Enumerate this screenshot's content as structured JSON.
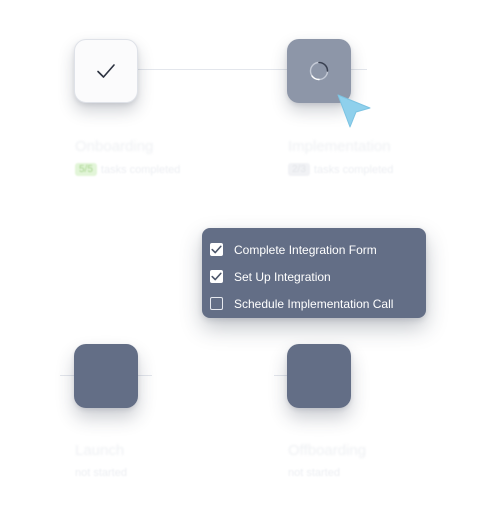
{
  "stages": [
    {
      "id": "onboarding",
      "title": "Onboarding",
      "badge": "5/5",
      "meta_text": "tasks completed",
      "state": "done",
      "icon": "check-icon"
    },
    {
      "id": "implementation",
      "title": "Implementation",
      "badge": "2/3",
      "meta_text": "tasks completed",
      "state": "in-progress",
      "icon": "spinner-icon"
    },
    {
      "id": "launch",
      "title": "Launch",
      "meta_text": "not started",
      "state": "idle"
    },
    {
      "id": "offboarding",
      "title": "Offboarding",
      "meta_text": "not started",
      "state": "idle"
    }
  ],
  "implementation_tasks": [
    {
      "label": "Complete Integration Form",
      "checked": true
    },
    {
      "label": "Set Up Integration",
      "checked": true
    },
    {
      "label": "Schedule Implementation Call",
      "checked": false
    }
  ],
  "colors": {
    "tile_idle": "#636e86",
    "tile_active": "#8d96a8",
    "popover_bg": "#636e86",
    "cursor": "#8fd0ec",
    "badge_green": "#a8d48f"
  }
}
